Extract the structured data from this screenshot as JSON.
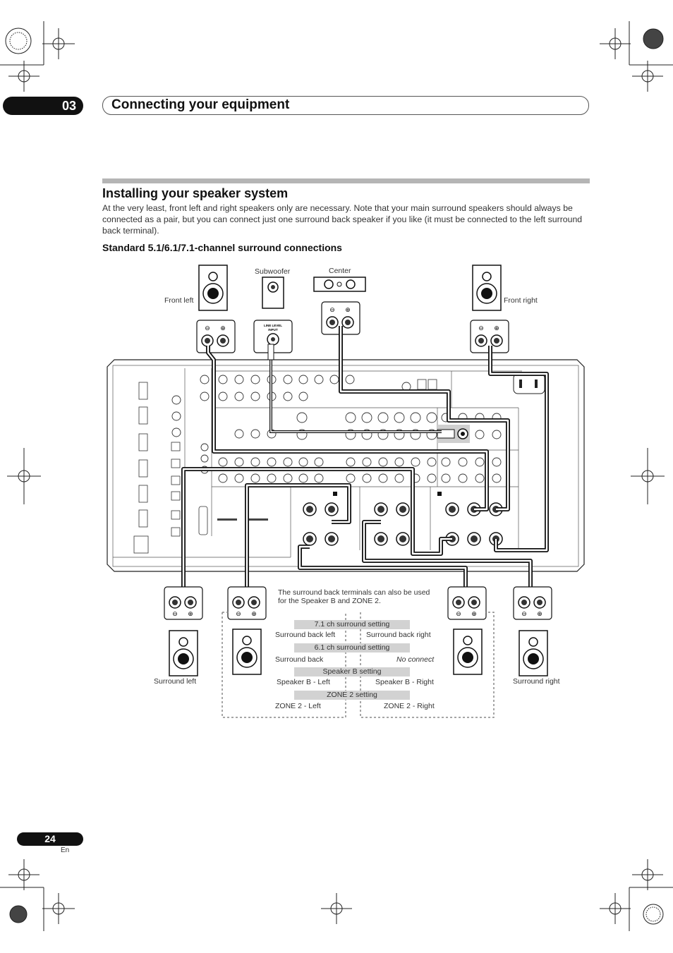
{
  "chapter": {
    "number": "03",
    "title": "Connecting your equipment"
  },
  "section": {
    "title": "Installing your speaker system",
    "intro": "At the very least, front left and right speakers only are necessary. Note that your main surround speakers should always be connected as a pair, but you can connect just one surround back speaker if you like (it must be connected to the left surround back terminal).",
    "subtitle": "Standard 5.1/6.1/7.1-channel surround connections"
  },
  "diagram": {
    "labels": {
      "subwoofer": "Subwoofer",
      "center": "Center",
      "front_left": "Front left",
      "front_right": "Front right",
      "surround_left": "Surround left",
      "surround_right": "Surround right",
      "line_level_input": "LINE LEVEL INPUT"
    },
    "note": "The surround back terminals can also be used for the Speaker B and ZONE 2.",
    "settings": [
      {
        "band": "7.1 ch surround setting",
        "left": "Surround back left",
        "right": "Surround back right"
      },
      {
        "band": "6.1 ch surround setting",
        "left": "Surround back",
        "right": "No connect"
      },
      {
        "band": "Speaker B setting",
        "left": "Speaker B - Left",
        "right": "Speaker B - Right"
      },
      {
        "band": "ZONE 2 setting",
        "left": "ZONE 2 - Left",
        "right": "ZONE 2 - Right"
      }
    ]
  },
  "footer": {
    "page": "24",
    "lang": "En"
  }
}
